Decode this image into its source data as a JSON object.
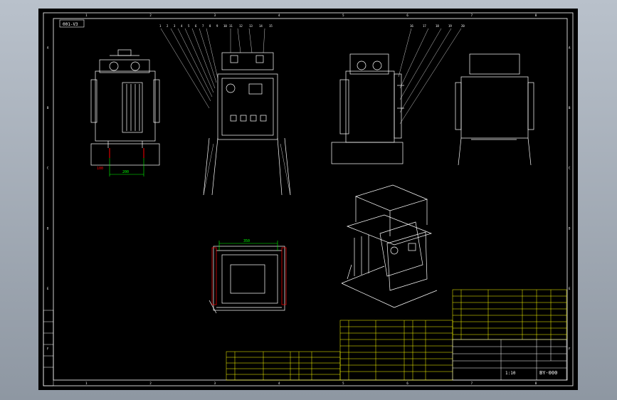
{
  "window": {
    "title": "CAD drawing viewer"
  },
  "drawing": {
    "view_tag": "001-V3",
    "drawing_number": "BY-000",
    "frame_columns": [
      "1",
      "2",
      "3",
      "4",
      "5",
      "6",
      "7",
      "8"
    ],
    "frame_rows": [
      "A",
      "B",
      "C",
      "D",
      "E",
      "F"
    ],
    "dimension_top": "350",
    "dimension_left": "200",
    "dimension_red": "100",
    "callouts_front": [
      "1",
      "2",
      "3",
      "4",
      "5",
      "6",
      "7",
      "8",
      "9",
      "10"
    ],
    "callouts_side": [
      "11",
      "12",
      "13",
      "14",
      "15"
    ],
    "callouts_right": [
      "16",
      "17",
      "18",
      "19",
      "20"
    ],
    "scale_label": "1:10"
  },
  "colors": {
    "frame": "#ffffff",
    "drawing_line": "#ffffff",
    "table_line": "#ffff00",
    "dimension": "#00ff00",
    "red_mark": "#ff0000"
  }
}
